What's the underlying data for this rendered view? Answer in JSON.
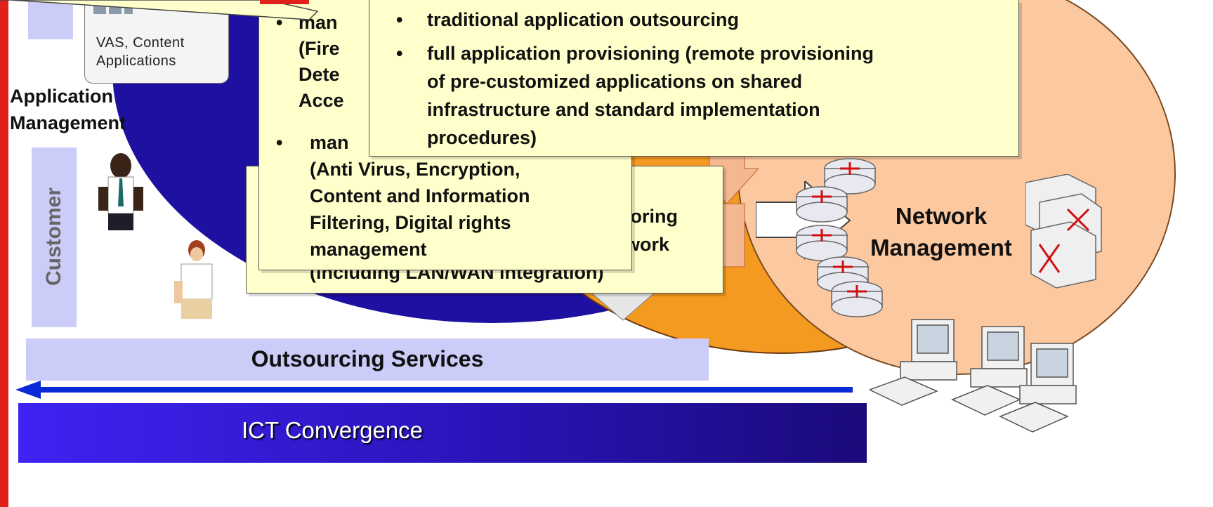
{
  "vas_box": {
    "line1": "VAS, Content",
    "line2": "Applications"
  },
  "app_mgmt": {
    "line1": "Application",
    "line2": "Management"
  },
  "customer_label": "Customer",
  "network_mgmt": {
    "line1": "Network",
    "line2": "Management"
  },
  "callout_back": {
    "line1": "itoring",
    "line2": "twork",
    "line3": "(including LAN/WAN integration)"
  },
  "callout_mid": {
    "b1": [
      "man",
      "(Fire",
      "Dete",
      "Acce"
    ],
    "b2": [
      "man",
      "(Anti Virus, Encryption,",
      "Content and Information",
      "Filtering, Digital rights",
      "management"
    ]
  },
  "callout_front": {
    "b1": "traditional application outsourcing",
    "b2": [
      "full application provisioning (remote provisioning",
      "of pre-customized applications on shared",
      "infrastructure and standard implementation",
      "procedures)"
    ]
  },
  "outsourcing_label": "Outsourcing Services",
  "ict_label": "ICT Convergence",
  "colors": {
    "accent_blue": "#1e10a0",
    "callout_fill": "#ffffcc",
    "lavender": "#ccccf8",
    "red_edge": "#e0201a"
  }
}
